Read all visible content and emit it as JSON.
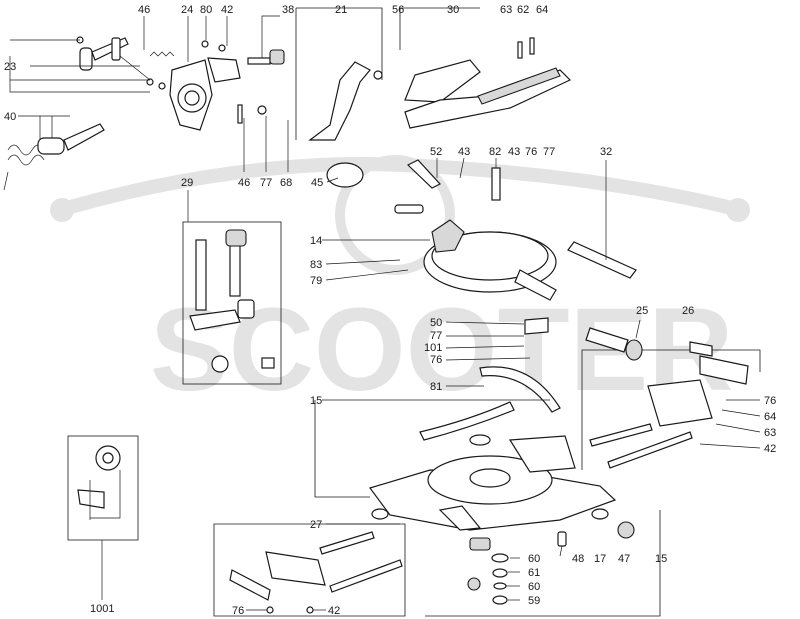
{
  "watermark": {
    "text": "SCOOTER",
    "color": "#e3e3e3"
  },
  "callouts": {
    "c46a": "46",
    "c24": "24",
    "c80": "80",
    "c42a": "42",
    "c38": "38",
    "c21": "21",
    "c56": "56",
    "c30": "30",
    "c63a": "63",
    "c62": "62",
    "c64a": "64",
    "c23": "23",
    "c40": "40",
    "c46b": "46",
    "c77a": "77",
    "c68": "68",
    "c45": "45",
    "c52": "52",
    "c43a": "43",
    "c82": "82",
    "c43b": "43",
    "c76a": "76",
    "c77b": "77",
    "c32": "32",
    "c29": "29",
    "c14": "14",
    "c83": "83",
    "c79": "79",
    "c50": "50",
    "c77c": "77",
    "c101": "101",
    "c76b": "76",
    "c81": "81",
    "c25": "25",
    "c26": "26",
    "c15a": "15",
    "c76c": "76",
    "c64b": "64",
    "c63b": "63",
    "c42b": "42",
    "c1001": "1001",
    "c27": "27",
    "c60a": "60",
    "c48": "48",
    "c17": "17",
    "c47": "47",
    "c15b": "15",
    "c61": "61",
    "c60b": "60",
    "c59": "59",
    "c76d": "76",
    "c42c": "42"
  }
}
